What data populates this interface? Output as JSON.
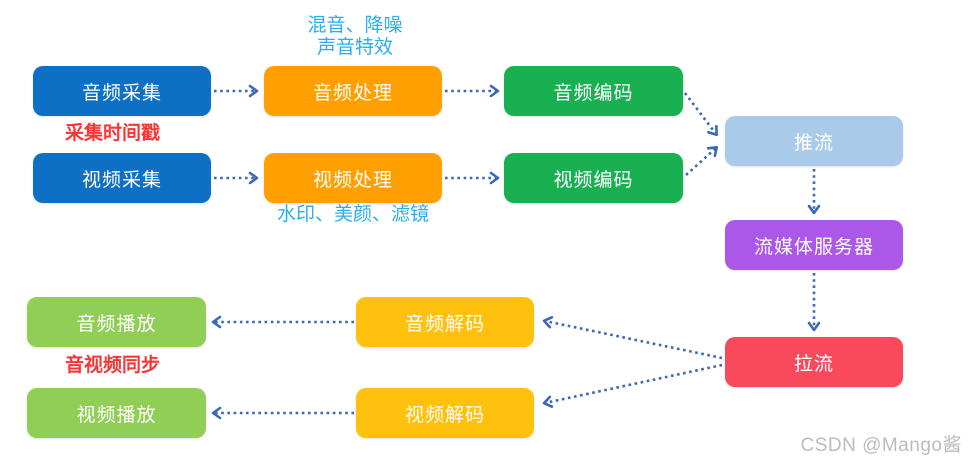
{
  "diagram": {
    "type": "flowchart",
    "topic": "audio-video live streaming pipeline"
  },
  "nodes": {
    "audio_capture": {
      "label": "音频采集",
      "color": "#0E70C4"
    },
    "video_capture": {
      "label": "视频采集",
      "color": "#0E70C4"
    },
    "audio_process": {
      "label": "音频处理",
      "color": "#FFA000"
    },
    "video_process": {
      "label": "视频处理",
      "color": "#FFA000"
    },
    "audio_encode": {
      "label": "音频编码",
      "color": "#18B050"
    },
    "video_encode": {
      "label": "视频编码",
      "color": "#18B050"
    },
    "push_stream": {
      "label": "推流",
      "color": "#A9CBE9"
    },
    "media_server": {
      "label": "流媒体服务器",
      "color": "#AB58E8"
    },
    "pull_stream": {
      "label": "拉流",
      "color": "#F84A5C"
    },
    "audio_decode": {
      "label": "音频解码",
      "color": "#FFC10D"
    },
    "video_decode": {
      "label": "视频解码",
      "color": "#FFC10D"
    },
    "audio_play": {
      "label": "音频播放",
      "color": "#90CE55"
    },
    "video_play": {
      "label": "视频播放",
      "color": "#90CE55"
    }
  },
  "annotations": {
    "audio_effects": {
      "line1": "混音、降噪",
      "line2": "声音特效",
      "color": "#29AEEF"
    },
    "capture_timestamp": {
      "text": "采集时间戳",
      "color": "#FA3535"
    },
    "video_effects": {
      "text": "水印、美颜、滤镜",
      "color": "#29AEEF"
    },
    "av_sync": {
      "text": "音视频同步",
      "color": "#FA3535"
    }
  },
  "edges": [
    {
      "from": "音频采集",
      "to": "音频处理",
      "style": "dotted-arrow"
    },
    {
      "from": "音频处理",
      "to": "音频编码",
      "style": "dotted-arrow"
    },
    {
      "from": "视频采集",
      "to": "视频处理",
      "style": "dotted-arrow"
    },
    {
      "from": "视频处理",
      "to": "视频编码",
      "style": "dotted-arrow"
    },
    {
      "from": "音频编码",
      "to": "推流",
      "style": "dotted-arrow"
    },
    {
      "from": "视频编码",
      "to": "推流",
      "style": "dotted-arrow"
    },
    {
      "from": "推流",
      "to": "流媒体服务器",
      "style": "dotted-arrow"
    },
    {
      "from": "流媒体服务器",
      "to": "拉流",
      "style": "dotted-arrow"
    },
    {
      "from": "拉流",
      "to": "音频解码",
      "style": "dotted-arrow"
    },
    {
      "from": "拉流",
      "to": "视频解码",
      "style": "dotted-arrow"
    },
    {
      "from": "音频解码",
      "to": "音频播放",
      "style": "dotted-arrow"
    },
    {
      "from": "视频解码",
      "to": "视频播放",
      "style": "dotted-arrow"
    }
  ],
  "connector_color": "#3A68B6",
  "watermark": {
    "text": "CSDN @Mango酱",
    "color": "#BCBCBC"
  }
}
